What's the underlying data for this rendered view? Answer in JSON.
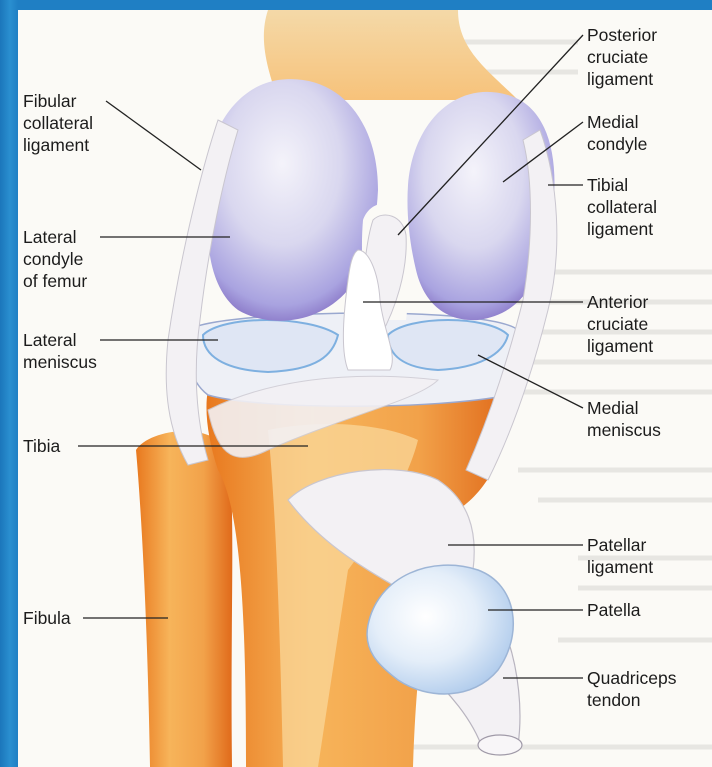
{
  "labels": {
    "fibular_collateral": "Fibular\ncollateral\nligament",
    "lateral_condyle": "Lateral\ncondyle\nof femur",
    "lateral_meniscus": "Lateral\nmeniscus",
    "tibia": "Tibia",
    "fibula": "Fibula",
    "posterior_cruciate": "Posterior\ncruciate\nligament",
    "medial_condyle": "Medial\ncondyle",
    "tibial_collateral": "Tibial\ncollateral\nligament",
    "anterior_cruciate": "Anterior\ncruciate\nligament",
    "medial_meniscus": "Medial\nmeniscus",
    "patellar_ligament": "Patellar\nligament",
    "patella": "Patella",
    "quadriceps_tendon": "Quadriceps\ntendon"
  },
  "colors": {
    "frame": "#1f7fc4",
    "cartilage": "#a9a3e0",
    "cartilage_shadow": "#6c4fb0",
    "bone": "#f2a24a",
    "bone_dark": "#e06a1a",
    "ligament": "#f3f1f4",
    "leader": "#222222"
  }
}
